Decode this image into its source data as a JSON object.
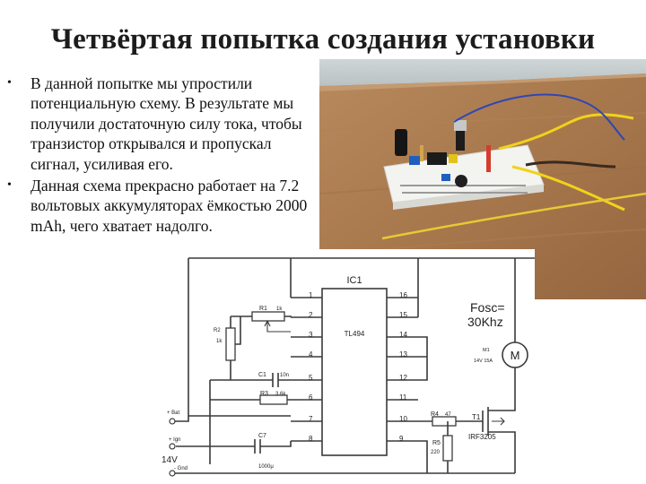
{
  "slide": {
    "title": "Четвёртая попытка создания установки",
    "bullets": [
      "В данной попытке мы упростили потенциальную схему. В результате мы получили достаточную силу тока, чтобы транзистор открывался и пропускал сигнал, усиливая его.",
      "Данная схема прекрасно работает на 7.2 вольтовых аккумуляторах ёмкостью 2000 mAh, чего хватает надолго."
    ]
  },
  "schematic": {
    "ic_name": "IC1",
    "chip": "TL494",
    "left_pins": [
      "1",
      "2",
      "3",
      "4",
      "5",
      "6",
      "7",
      "8"
    ],
    "right_pins": [
      "16",
      "15",
      "14",
      "13",
      "12",
      "11",
      "10",
      "9"
    ],
    "fosc_label": "Fosc=",
    "fosc_value": "30Khz",
    "motor_symbol": "M",
    "motor_label_1": "M1",
    "motor_label_2": "14V 15A",
    "r1": "R1",
    "r1_val": "1k",
    "r2": "R2",
    "r2_val": "1k",
    "c1": "C1",
    "c1_val": "10n",
    "r3": "R3",
    "r3_val": "3.6k",
    "r4": "R4",
    "r4_val": "47",
    "r5": "R5",
    "r5_val": "220",
    "c7": "C7",
    "c7_val": "1000μ",
    "t1": "T1",
    "mosfet": "IRF3205",
    "plus_bat": "+ Bat",
    "plus_ign": "+ Ign",
    "voltage": "14V",
    "minus_gnd": "- Gnd"
  }
}
